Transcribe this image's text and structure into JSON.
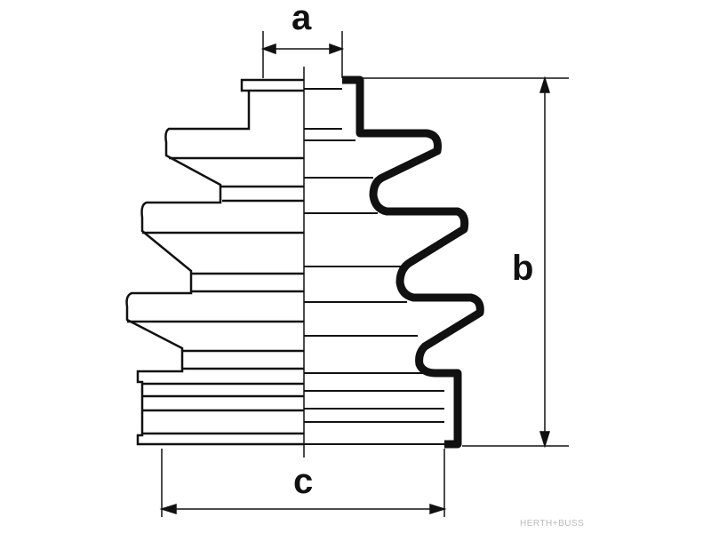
{
  "diagram": {
    "title": "CV joint boot dimension drawing",
    "labels": {
      "a": "a",
      "b": "b",
      "c": "c"
    },
    "watermark": "HERTH+BUSS",
    "colors": {
      "line": "#111111",
      "background": "#ffffff"
    }
  }
}
